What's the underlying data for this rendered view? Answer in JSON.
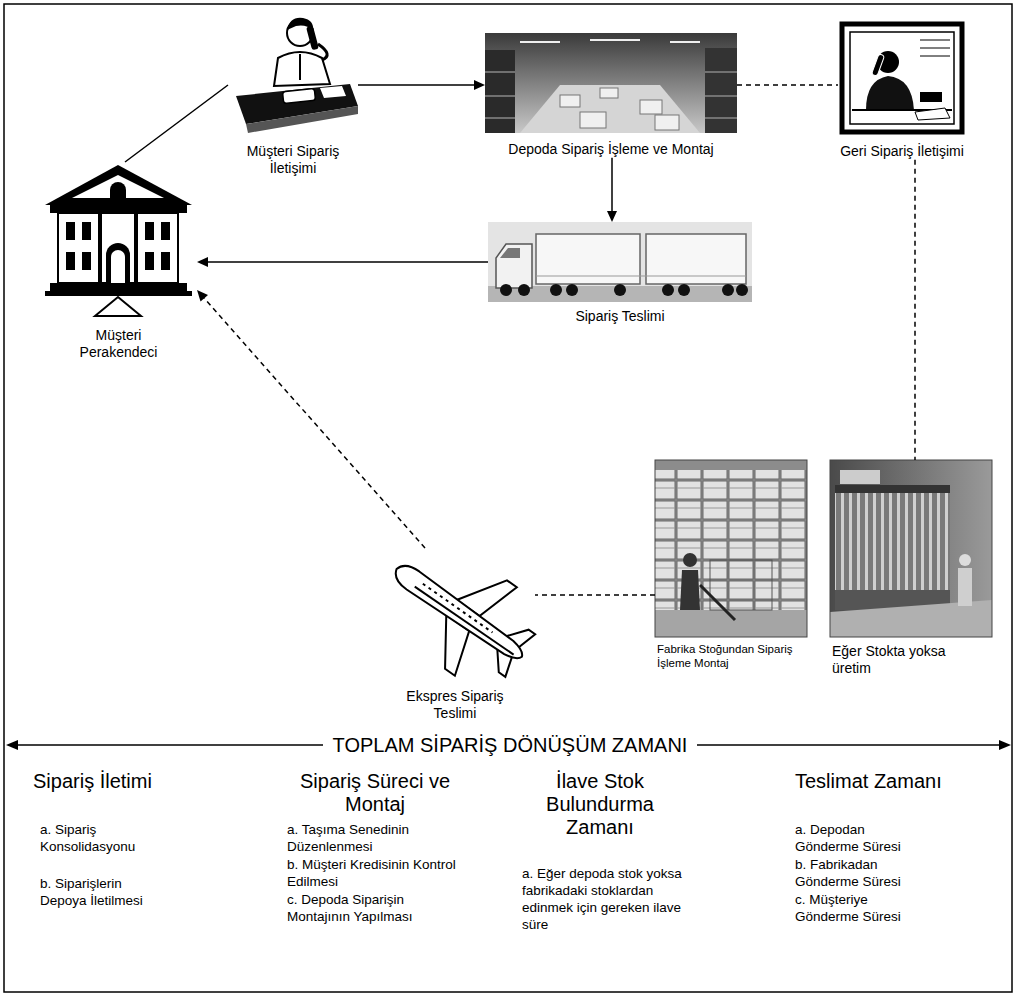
{
  "diagram": {
    "nodes": [
      {
        "text": [
          "Müşteri Sipariş İletişimi"
        ]
      },
      {
        "text": [
          "Depoda Sipariş İşleme ve Montaj"
        ]
      },
      {
        "text": [
          "Geri Sipariş İletişimi"
        ]
      },
      {
        "text": [
          "Müşteri Perakendeci"
        ]
      },
      {
        "text": [
          "Sipariş Teslimi"
        ]
      },
      {
        "text": [
          "Ekspres Sipariş Teslimi"
        ]
      },
      {
        "text": [
          "Fabrika Stoğundan Sipariş İşleme Montaj"
        ]
      },
      {
        "text": [
          "Eğer Stokta yoksa üretim"
        ]
      }
    ],
    "edges": [
      {
        "from": 3,
        "to": 0,
        "arrow": "none"
      },
      {
        "from": 0,
        "to": 1,
        "arrow": "to"
      },
      {
        "from": 1,
        "to": 2,
        "arrow": "none"
      },
      {
        "from": 1,
        "to": 4,
        "arrow": "to"
      },
      {
        "from": 4,
        "to": 3,
        "arrow": "to"
      },
      {
        "from": 2,
        "to": 7,
        "arrow": "none"
      },
      {
        "from": 6,
        "to": 5,
        "arrow": "none"
      },
      {
        "from": 5,
        "to": 3,
        "arrow": "to"
      }
    ],
    "labels": [
      "TOPLAM SİPARİŞ DÖNÜŞÜM ZAMANI",
      "Sipariş İletimi",
      "a. Sipariş Konsolidasyonu",
      "b. Siparişlerin Depoya İletilmesi",
      "Sipariş Süreci ve Montaj",
      "a. Taşıma Senedinin Düzenlenmesi",
      "b. Müşteri Kredisinin Kontrol Edilmesi",
      "c. Depoda Siparişin Montajının Yapılması",
      "İlave Stok Bulundurma Zamanı",
      "a. Eğer depoda stok yoksa fabrikadaki stoklardan edinmek için gereken ilave süre",
      "Teslimat Zamanı",
      "a. Depodan Gönderme Süresi",
      "b. Fabrikadan Gönderme Süresi",
      "c. Müşteriye Gönderme Süresi"
    ]
  }
}
